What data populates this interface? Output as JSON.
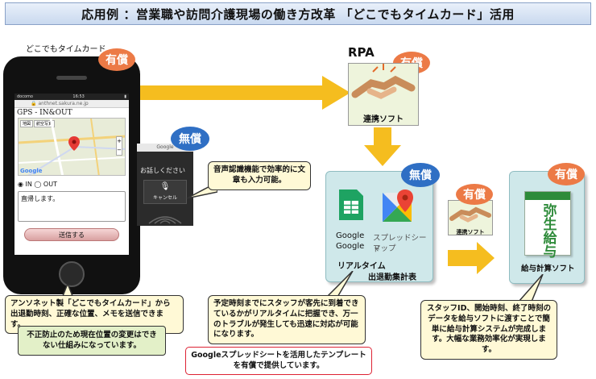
{
  "title": "応用例 ：営業職や訪問介護現場の働き方改革 「どこでもタイムカード」活用",
  "badges": {
    "paid": "有償",
    "free": "無償"
  },
  "phone": {
    "caption": "どこでもタイムカード",
    "status_left": "docomo",
    "status_time": "16:53",
    "url": "anthnet.sakura.ne.jp",
    "gps_title": "GPS - IN&OUT",
    "map_tabs": [
      "地図",
      "航空写真"
    ],
    "radio_in": "IN",
    "radio_out": "OUT",
    "memo_text": "直帰します。",
    "send_label": "送信する",
    "map_logo": "Google"
  },
  "voice": {
    "header": "Google",
    "prompt": "お話しください",
    "cancel": "キャンセル"
  },
  "voice_callout": "音声認識機能で効率的に文章も入力可能。",
  "phone_callout": "アンソネット製「どこでもタイムカード」から出退勤時刻、正確な位置、メモを送信できます。",
  "phone_note": "不正防止のため現在位置の変更はできない仕組みになっています。",
  "rpa": {
    "label": "RPA",
    "card_caption": "連携ソフト"
  },
  "google": {
    "label1": "Google",
    "label2": "Google",
    "label3": "スプレッドシード",
    "label4": "マップ",
    "caption_line1": "リアルタイム",
    "caption_line2": "出退勤集計表"
  },
  "small_card": {
    "caption": "連携ソフト"
  },
  "payroll": {
    "caption": "給与計算ソフト",
    "product": "弥生給与"
  },
  "mid_callout": "予定時刻までにスタッフが客先に到着できているかがリアルタイムに把握でき、万一のトラブルが発生しても迅速に対応が可能になります。",
  "template_note": "Googleスプレッドシートを活用したテンプレートを有償で提供しています。",
  "right_callout": "スタッフID、開始時刻、終了時刻のデータを給与ソフトに渡すことで簡単に給与計算システムが完成します。大幅な業務効率化が実現します。",
  "colors": {
    "arrow": "#f5bd1f",
    "paid": "#ec7a46",
    "free": "#2f6fc4",
    "teal": "#cfe8ea"
  }
}
